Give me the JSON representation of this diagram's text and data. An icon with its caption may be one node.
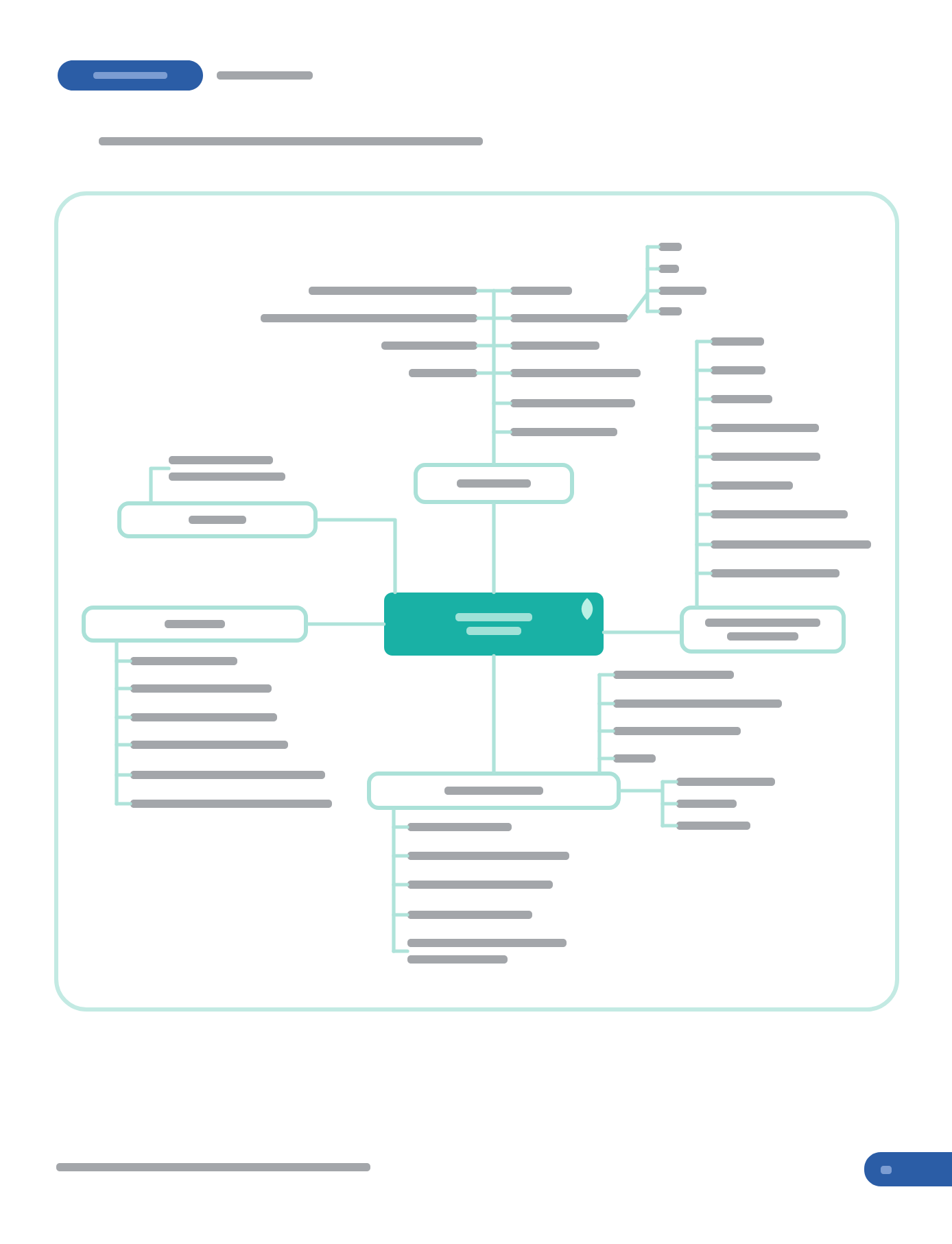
{
  "diagram": {
    "nodes": [
      {
        "text": [],
        "shape": "box"
      },
      {
        "text": [],
        "shape": "box"
      },
      {
        "text": [],
        "shape": "bar"
      },
      {
        "text": [],
        "shape": "bar"
      },
      {
        "text": [],
        "shape": "bar"
      },
      {
        "text": [],
        "shape": "bar"
      },
      {
        "text": [],
        "shape": "bar"
      },
      {
        "text": [],
        "shape": "bar"
      },
      {
        "text": [],
        "shape": "bar"
      },
      {
        "text": [],
        "shape": "bar"
      },
      {
        "text": [],
        "shape": "bar"
      },
      {
        "text": [],
        "shape": "bar"
      },
      {
        "text": [],
        "shape": "bar"
      },
      {
        "text": [],
        "shape": "bar"
      },
      {
        "text": [],
        "shape": "bar"
      },
      {
        "text": [],
        "shape": "bar"
      },
      {
        "text": [],
        "shape": "box"
      },
      {
        "text": [],
        "shape": "bar"
      },
      {
        "text": [],
        "shape": "box"
      },
      {
        "text": [],
        "shape": "bar"
      },
      {
        "text": [],
        "shape": "bar"
      },
      {
        "text": [],
        "shape": "bar"
      },
      {
        "text": [],
        "shape": "bar"
      },
      {
        "text": [],
        "shape": "bar"
      },
      {
        "text": [],
        "shape": "bar"
      },
      {
        "text": [],
        "shape": "box"
      },
      {
        "text": [],
        "shape": "bar"
      },
      {
        "text": [],
        "shape": "bar"
      },
      {
        "text": [],
        "shape": "bar"
      },
      {
        "text": [],
        "shape": "bar"
      },
      {
        "text": [],
        "shape": "bar"
      },
      {
        "text": [],
        "shape": "bar"
      },
      {
        "text": [],
        "shape": "bar"
      },
      {
        "text": [],
        "shape": "bar"
      },
      {
        "text": [],
        "shape": "bar"
      },
      {
        "text": [],
        "shape": "box"
      },
      {
        "text": [],
        "shape": "bar"
      },
      {
        "text": [],
        "shape": "bar"
      },
      {
        "text": [],
        "shape": "bar"
      },
      {
        "text": [],
        "shape": "bar"
      },
      {
        "text": [],
        "shape": "bar"
      },
      {
        "text": [],
        "shape": "bar"
      },
      {
        "text": [],
        "shape": "bar"
      },
      {
        "text": [],
        "shape": "bar"
      },
      {
        "text": [],
        "shape": "bar"
      },
      {
        "text": [],
        "shape": "bar"
      },
      {
        "text": [],
        "shape": "bar"
      },
      {
        "text": [],
        "shape": "bar"
      }
    ],
    "edges": [
      {
        "from": 0,
        "to": 1,
        "arrow": "none"
      },
      {
        "from": 0,
        "to": 16,
        "arrow": "none"
      },
      {
        "from": 0,
        "to": 18,
        "arrow": "none"
      },
      {
        "from": 0,
        "to": 25,
        "arrow": "none"
      },
      {
        "from": 0,
        "to": 35,
        "arrow": "none"
      },
      {
        "from": 1,
        "to": 2,
        "arrow": "none"
      },
      {
        "from": 1,
        "to": 3,
        "arrow": "none"
      },
      {
        "from": 1,
        "to": 4,
        "arrow": "none"
      },
      {
        "from": 1,
        "to": 5,
        "arrow": "none"
      },
      {
        "from": 1,
        "to": 6,
        "arrow": "none"
      },
      {
        "from": 1,
        "to": 7,
        "arrow": "none"
      },
      {
        "from": 1,
        "to": 8,
        "arrow": "none"
      },
      {
        "from": 1,
        "to": 9,
        "arrow": "none"
      },
      {
        "from": 1,
        "to": 10,
        "arrow": "none"
      },
      {
        "from": 1,
        "to": 11,
        "arrow": "none"
      },
      {
        "from": 7,
        "to": 12,
        "arrow": "none"
      },
      {
        "from": 7,
        "to": 13,
        "arrow": "none"
      },
      {
        "from": 7,
        "to": 14,
        "arrow": "none"
      },
      {
        "from": 7,
        "to": 15,
        "arrow": "none"
      },
      {
        "from": 16,
        "to": 17,
        "arrow": "none"
      },
      {
        "from": 18,
        "to": 19,
        "arrow": "none"
      },
      {
        "from": 18,
        "to": 20,
        "arrow": "none"
      },
      {
        "from": 18,
        "to": 21,
        "arrow": "none"
      },
      {
        "from": 18,
        "to": 22,
        "arrow": "none"
      },
      {
        "from": 18,
        "to": 23,
        "arrow": "none"
      },
      {
        "from": 18,
        "to": 24,
        "arrow": "none"
      },
      {
        "from": 25,
        "to": 26,
        "arrow": "none"
      },
      {
        "from": 25,
        "to": 27,
        "arrow": "none"
      },
      {
        "from": 25,
        "to": 28,
        "arrow": "none"
      },
      {
        "from": 25,
        "to": 29,
        "arrow": "none"
      },
      {
        "from": 25,
        "to": 30,
        "arrow": "none"
      },
      {
        "from": 25,
        "to": 31,
        "arrow": "none"
      },
      {
        "from": 25,
        "to": 32,
        "arrow": "none"
      },
      {
        "from": 25,
        "to": 33,
        "arrow": "none"
      },
      {
        "from": 25,
        "to": 34,
        "arrow": "none"
      },
      {
        "from": 35,
        "to": 36,
        "arrow": "none"
      },
      {
        "from": 35,
        "to": 37,
        "arrow": "none"
      },
      {
        "from": 35,
        "to": 38,
        "arrow": "none"
      },
      {
        "from": 35,
        "to": 39,
        "arrow": "none"
      },
      {
        "from": 35,
        "to": 40,
        "arrow": "none"
      },
      {
        "from": 35,
        "to": 41,
        "arrow": "none"
      },
      {
        "from": 35,
        "to": 42,
        "arrow": "none"
      },
      {
        "from": 35,
        "to": 43,
        "arrow": "none"
      },
      {
        "from": 35,
        "to": 44,
        "arrow": "none"
      },
      {
        "from": 35,
        "to": 45,
        "arrow": "none"
      },
      {
        "from": 35,
        "to": 46,
        "arrow": "none"
      },
      {
        "from": 35,
        "to": 47,
        "arrow": "none"
      }
    ]
  }
}
